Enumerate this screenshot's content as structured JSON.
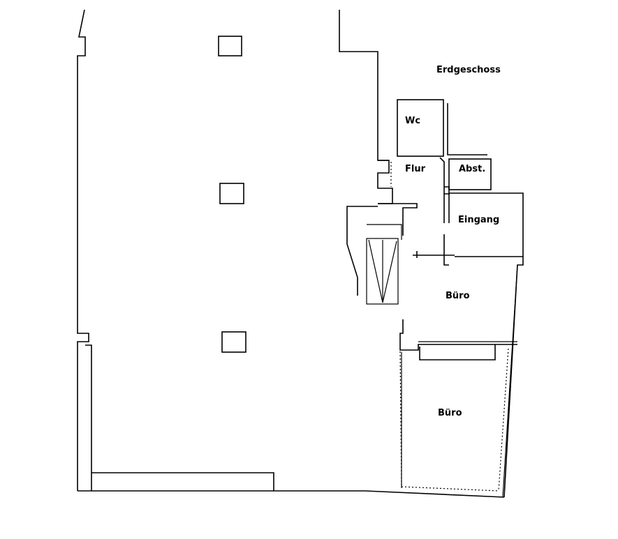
{
  "plan": {
    "title": "Erdgeschoss",
    "rooms": [
      {
        "id": "wc",
        "label": "Wc"
      },
      {
        "id": "flur",
        "label": "Flur"
      },
      {
        "id": "abst",
        "label": "Abst."
      },
      {
        "id": "eingang",
        "label": "Eingang"
      },
      {
        "id": "buero1",
        "label": "Büro"
      },
      {
        "id": "buero2",
        "label": "Büro"
      }
    ],
    "line_color": "#000000",
    "background_color": "#ffffff"
  }
}
